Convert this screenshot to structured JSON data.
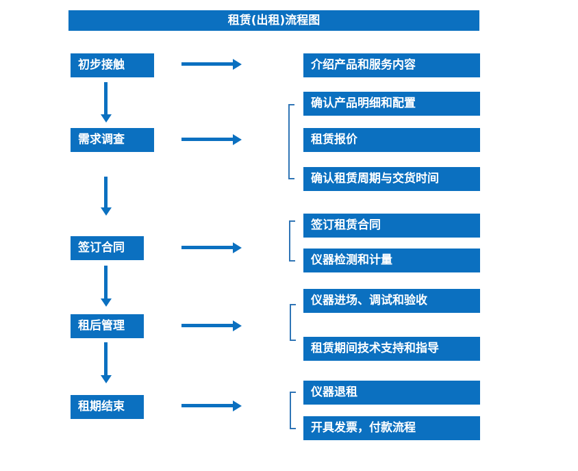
{
  "title": "租赁(出租)流程图",
  "colors": {
    "primary": "#0b70c0",
    "bracket_blue": "#2e74b5",
    "text_on_primary": "#ffffff",
    "background": "#ffffff"
  },
  "icons": {
    "arrow_right": "css-triangle-right-arrow",
    "arrow_down": "css-triangle-down-arrow",
    "group_bracket": "css-left-square-bracket"
  },
  "steps": [
    {
      "label": "初步接触",
      "details": [
        "介绍产品和服务内容"
      ]
    },
    {
      "label": "需求调查",
      "details": [
        "确认产品明细和配置",
        "租赁报价",
        "确认租赁周期与交货时间"
      ]
    },
    {
      "label": "签订合同",
      "details": [
        "签订租赁合同",
        "仪器检测和计量"
      ]
    },
    {
      "label": "租后管理",
      "details": [
        "仪器进场、调试和验收",
        "租赁期间技术支持和指导"
      ]
    },
    {
      "label": "租期结束",
      "details": [
        "仪器退租",
        "开具发票，付款流程"
      ]
    }
  ]
}
